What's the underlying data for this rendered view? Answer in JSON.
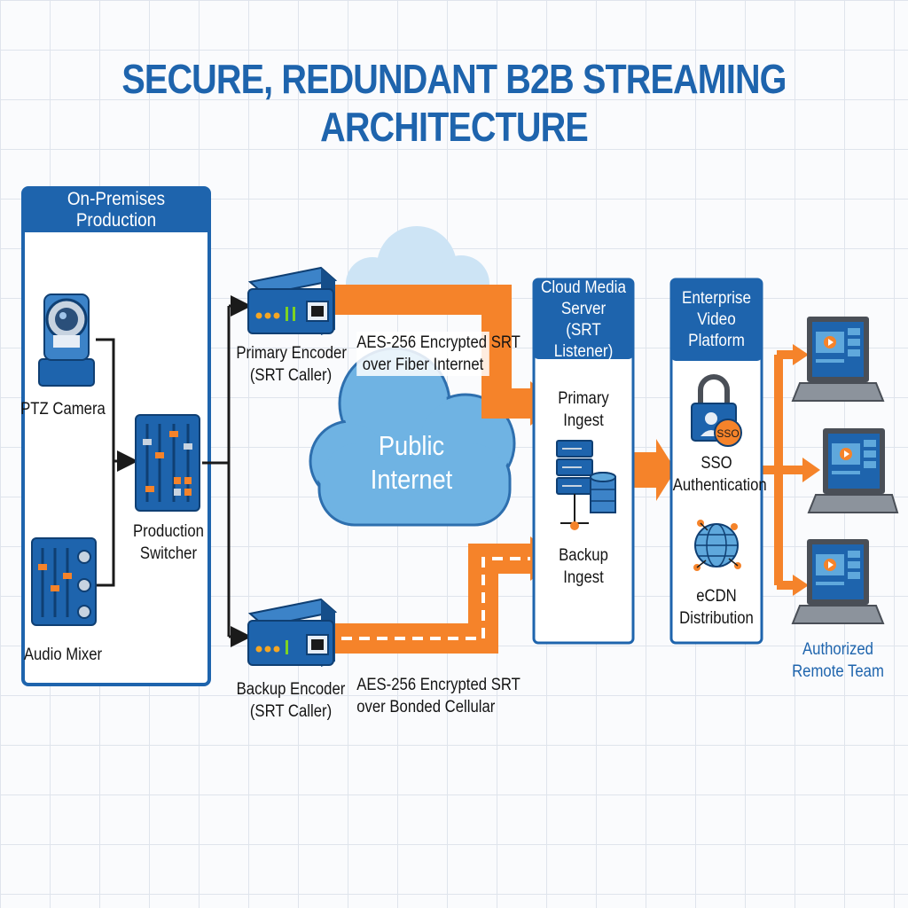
{
  "title": "SECURE, REDUNDANT B2B STREAMING ARCHITECTURE",
  "panels": {
    "on_premises": {
      "header": "On-Premises Production"
    },
    "cloud_media": {
      "header_lines": [
        "Cloud Media",
        "Server",
        "(SRT Listener)"
      ]
    },
    "enterprise": {
      "header_lines": [
        "Enterprise",
        "Video",
        "Platform"
      ]
    }
  },
  "devices": {
    "ptz_camera": "PTZ Camera",
    "audio_mixer": "Audio Mixer",
    "switcher_lines": [
      "Production",
      "Switcher"
    ],
    "primary_encoder_lines": [
      "Primary Encoder",
      "(SRT Caller)"
    ],
    "backup_encoder_lines": [
      "Backup Encoder",
      "(SRT Caller)"
    ]
  },
  "links": {
    "primary_lines": [
      "AES-256 Encrypted SRT",
      "over Fiber Internet"
    ],
    "backup_lines": [
      "AES-256 Encrypted SRT",
      "over Bonded Cellular"
    ]
  },
  "cloud": {
    "lines": [
      "Public",
      "Internet"
    ]
  },
  "ingest": {
    "primary_lines": [
      "Primary",
      "Ingest"
    ],
    "backup_lines": [
      "Backup",
      "Ingest"
    ]
  },
  "platform": {
    "sso_lines": [
      "SSO",
      "Authentication"
    ],
    "sso_badge": "SSO",
    "ecdn_lines": [
      "eCDN",
      "Distribution"
    ]
  },
  "viewers": {
    "lines": [
      "Authorized",
      "Remote Team"
    ],
    "count": 3
  },
  "colors": {
    "blue": "#1e64ad",
    "orange": "#f5832a",
    "light_blue": "#5fa8dc",
    "dark": "#1a1a1a"
  }
}
